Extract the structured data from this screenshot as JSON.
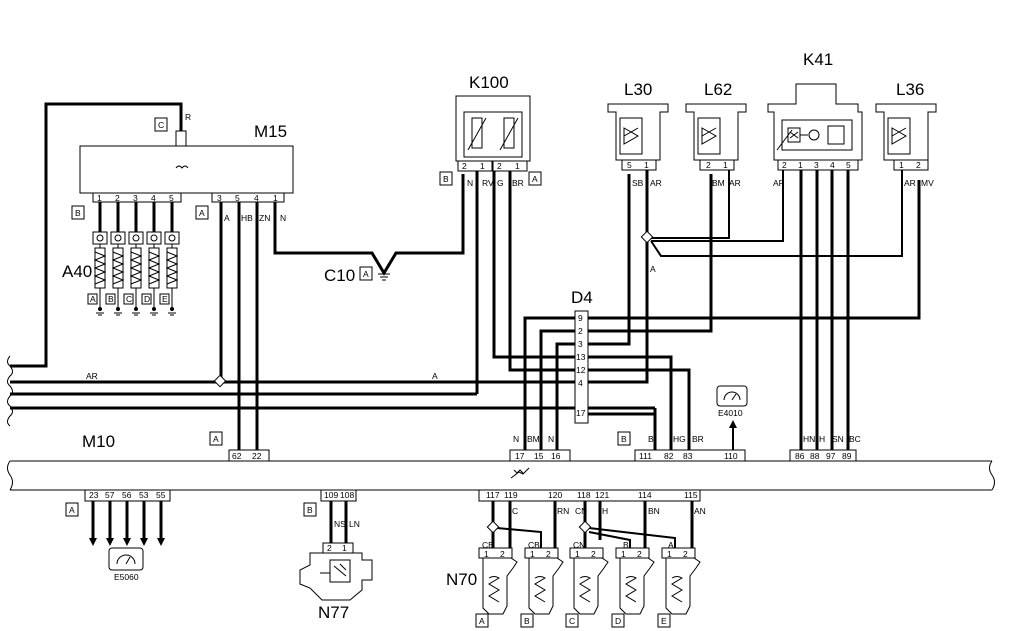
{
  "components": {
    "m15": "M15",
    "k100": "K100",
    "l30": "L30",
    "l62": "L62",
    "k41": "K41",
    "l36": "L36",
    "a40": "A40",
    "c10": "C10",
    "d4": "D4",
    "m10": "M10",
    "n77": "N77",
    "n70": "N70",
    "e4010": "E4010",
    "e5060": "E5060"
  },
  "connector_tags": {
    "a": "A",
    "b": "B",
    "c": "C",
    "d": "D",
    "e": "E"
  },
  "m15": {
    "top_pin_color": "R",
    "pins": [
      "1",
      "2",
      "3",
      "4",
      "5",
      "3",
      "5",
      "4",
      "1"
    ],
    "wire_colors": [
      "A",
      "HB",
      "ZN",
      "N"
    ]
  },
  "k100": {
    "pins": [
      "2",
      "1",
      "2",
      "1"
    ],
    "wire_colors": [
      "N",
      "RV",
      "G",
      "BR"
    ]
  },
  "l30": {
    "pins": [
      "5",
      "1"
    ],
    "wire_colors": [
      "SB",
      "AR"
    ]
  },
  "l62": {
    "pins": [
      "2",
      "1"
    ],
    "wire_colors": [
      "BM",
      "AR"
    ]
  },
  "k41": {
    "pins": [
      "2",
      "1",
      "3",
      "4",
      "5"
    ],
    "wire_colors": [
      "AR"
    ]
  },
  "l36": {
    "pins": [
      "1",
      "2"
    ],
    "wire_colors": [
      "AR",
      "MV"
    ]
  },
  "splice_labels": {
    "l30_splice": "A",
    "bus_ar": "AR",
    "bus_a": "A"
  },
  "d4": {
    "pins": [
      "9",
      "2",
      "3",
      "13",
      "12",
      "4",
      "17"
    ]
  },
  "m10_top_left": {
    "pins": [
      "62",
      "22"
    ]
  },
  "m10_top_mid": {
    "colors": [
      "N",
      "BM",
      "N"
    ],
    "pins": [
      "17",
      "15",
      "16"
    ]
  },
  "m10_top_right": {
    "colors": [
      "B",
      "HG",
      "BR"
    ],
    "pins": [
      "111",
      "82",
      "83",
      "110"
    ]
  },
  "m10_top_far": {
    "colors": [
      "HN",
      "H",
      "SN",
      "BC"
    ],
    "pins": [
      "86",
      "88",
      "97",
      "89"
    ]
  },
  "m10_bot_left": {
    "pins": [
      "23",
      "57",
      "56",
      "53",
      "55"
    ]
  },
  "m10_bot_n77": {
    "pins": [
      "109",
      "108"
    ],
    "colors": [
      "NS",
      "LN"
    ]
  },
  "m10_bot_n70": {
    "pins": [
      "117",
      "119",
      "120",
      "118",
      "121",
      "114",
      "115"
    ],
    "colors": [
      "CB",
      "C",
      "RN",
      "CN",
      "H",
      "BN",
      "AN",
      "CB",
      "CB",
      "CN",
      "B",
      "A"
    ]
  },
  "n77_pins": [
    "2",
    "1"
  ],
  "n70_pins": [
    "1",
    "2"
  ]
}
